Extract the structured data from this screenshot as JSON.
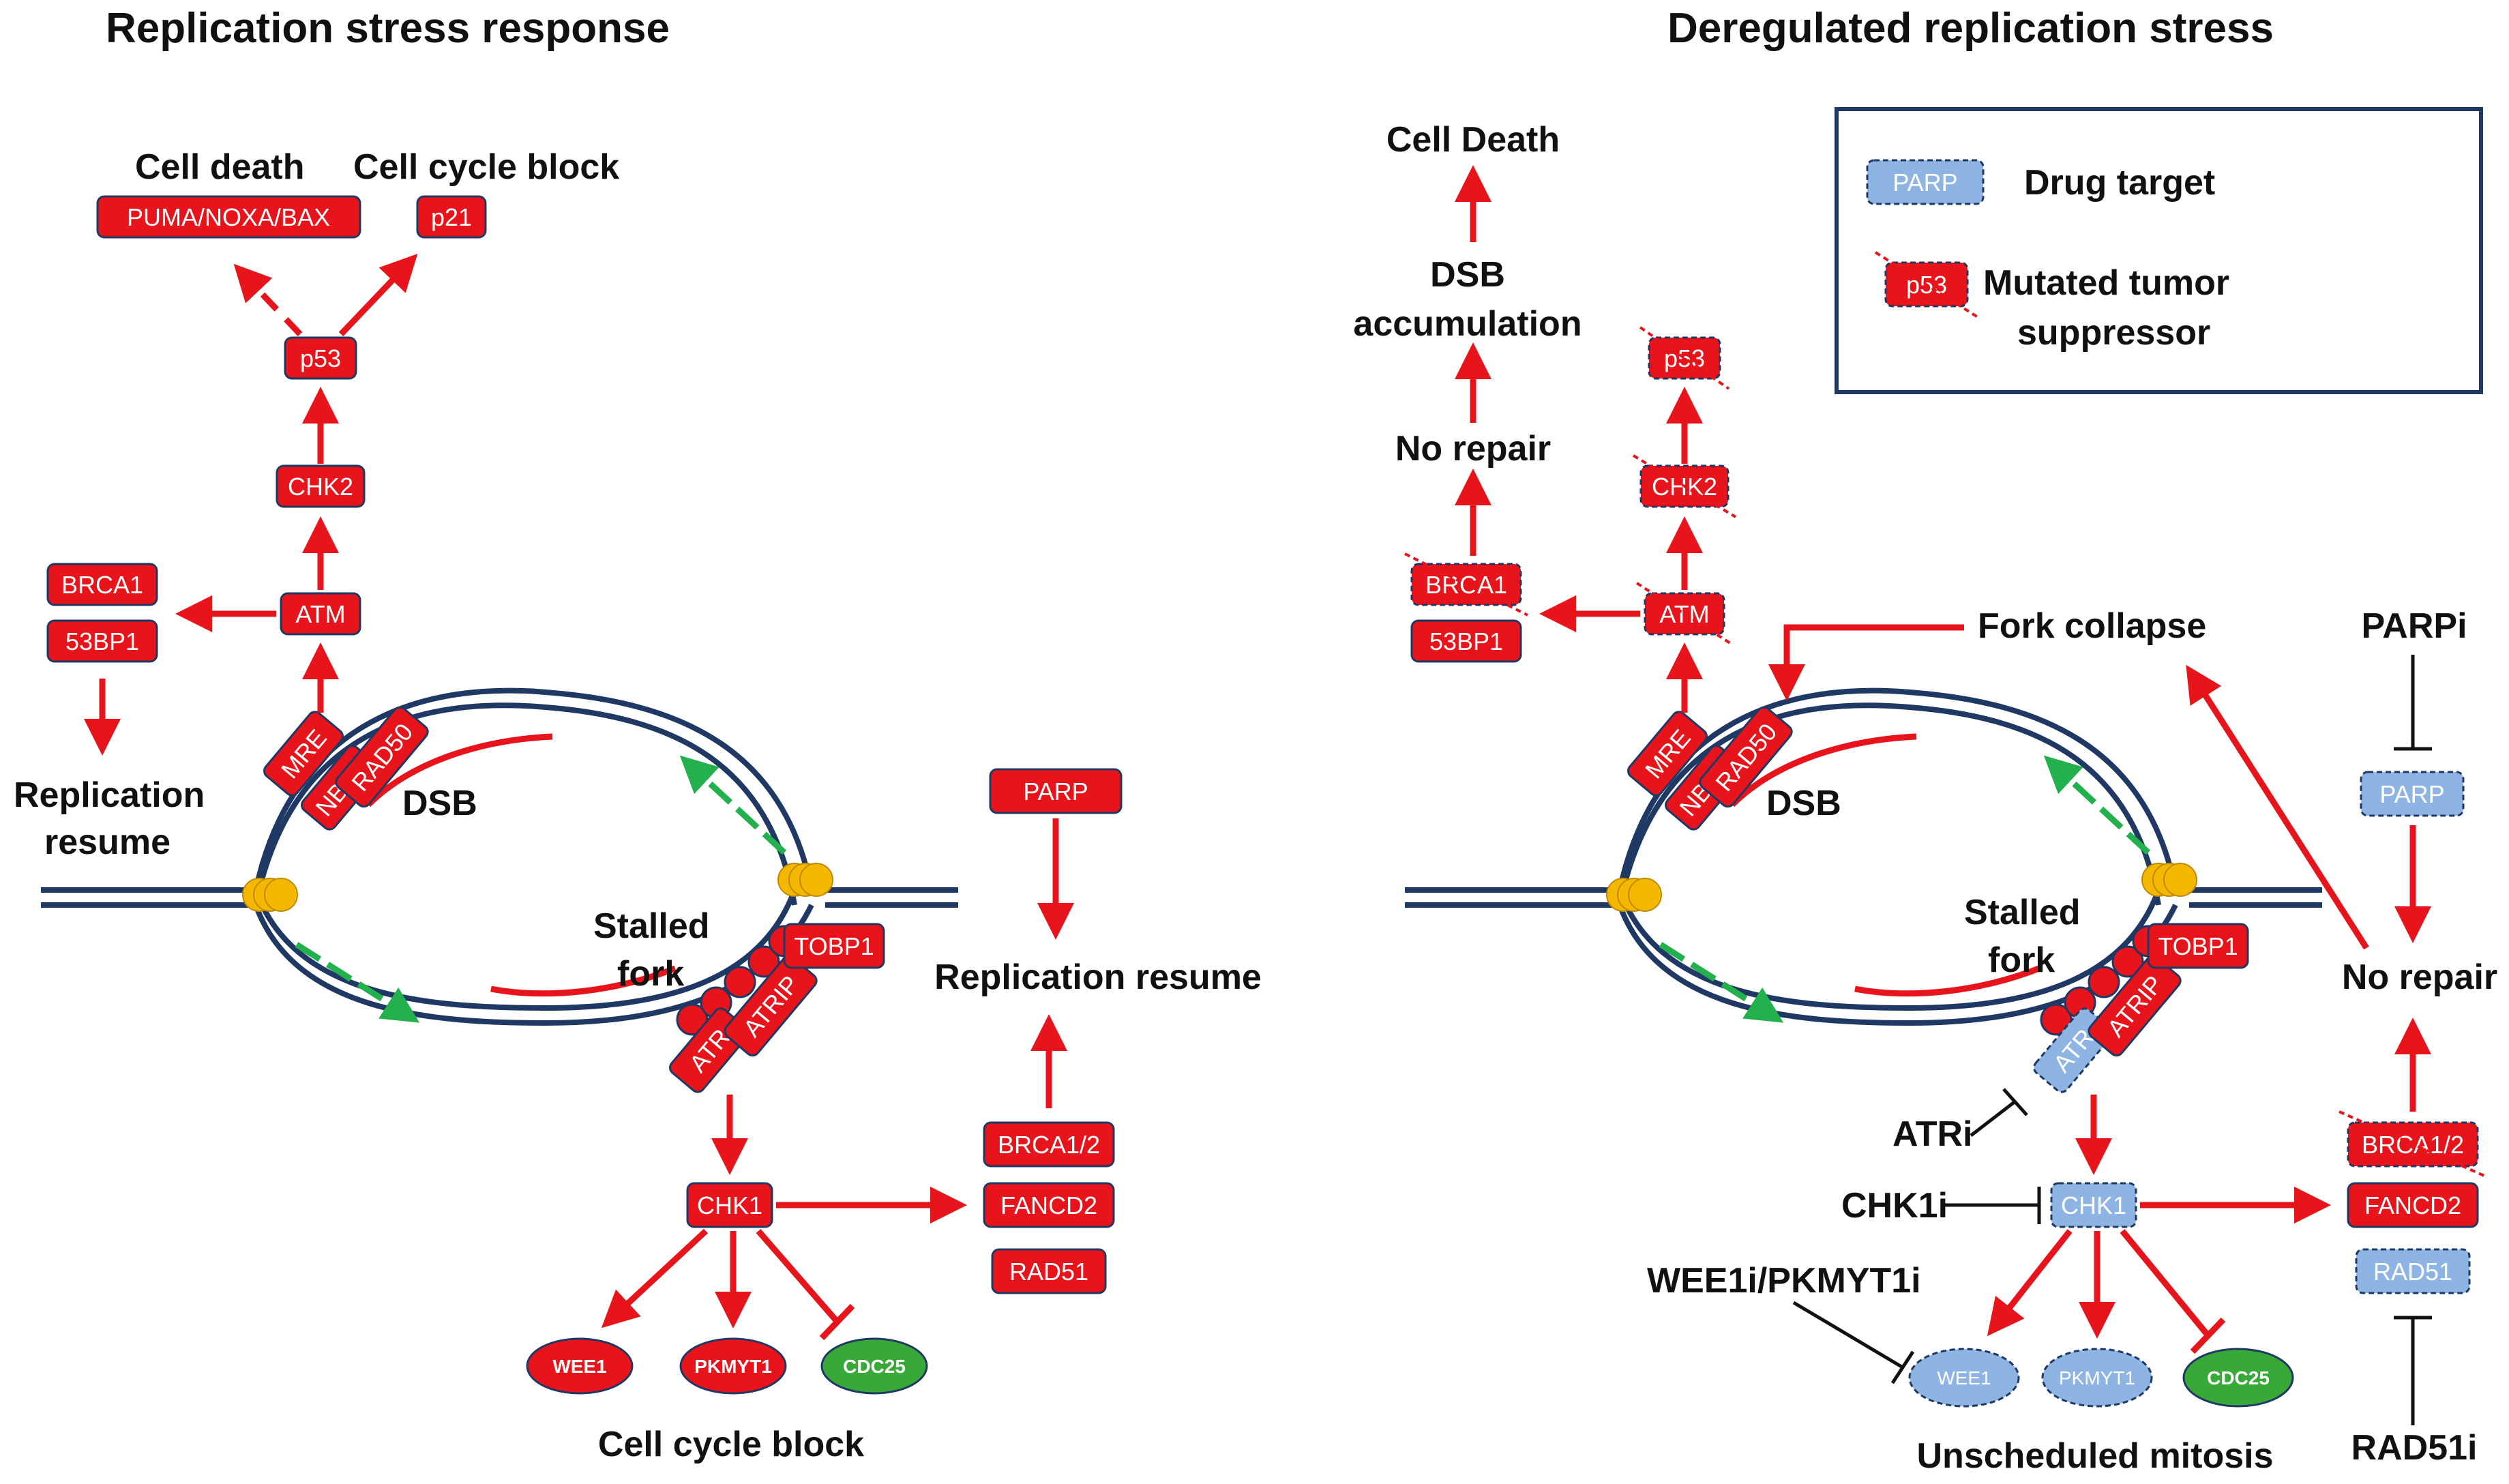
{
  "left_title": "Replication stress response",
  "right_title": "Deregulated replication stress",
  "left": {
    "cell_death": "Cell death",
    "cell_cycle_block_top": "Cell cycle block",
    "puma": "PUMA/NOXA/BAX",
    "p21": "p21",
    "p53": "p53",
    "chk2": "CHK2",
    "atm": "ATM",
    "brca1": "BRCA1",
    "bp53": "53BP1",
    "replication": "Replication",
    "resume": "resume",
    "mre": "MRE",
    "nbs1": "NBS1",
    "rad50": "RAD50",
    "dsb": "DSB",
    "stalled": "Stalled",
    "fork": "fork",
    "tobp1": "TOBP1",
    "atrip": "ATRIP",
    "atr": "ATR",
    "chk1": "CHK1",
    "wee1": "WEE1",
    "pkmyt1": "PKMYT1",
    "cdc25": "CDC25",
    "cell_cycle_block_bottom": "Cell cycle block",
    "parp": "PARP",
    "replication_resume": "Replication resume",
    "brca12": "BRCA1/2",
    "fancd2": "FANCD2",
    "rad51": "RAD51"
  },
  "right": {
    "cell_death": "Cell Death",
    "dsb": "DSB",
    "accumulation": "accumulation",
    "no_repair_left": "No repair",
    "p53": "p53",
    "chk2": "CHK2",
    "atm": "ATM",
    "brca1": "BRCA1",
    "bp53": "53BP1",
    "mre": "MRE",
    "nbs1": "NBS1",
    "rad50": "RAD50",
    "dsb_fork": "DSB",
    "fork_collapse": "Fork collapse",
    "stalled": "Stalled",
    "fork": "fork",
    "tobp1": "TOBP1",
    "atrip": "ATRIP",
    "atr": "ATR",
    "atri": "ATRi",
    "chk1": "CHK1",
    "chk1i": "CHK1i",
    "wee1i": "WEE1i/PKMYT1i",
    "wee1": "WEE1",
    "pkmyt1": "PKMYT1",
    "cdc25": "CDC25",
    "unscheduled": "Unscheduled mitosis",
    "parpi": "PARPi",
    "parp": "PARP",
    "no_repair_right": "No repair",
    "brca12": "BRCA1/2",
    "fancd2": "FANCD2",
    "rad51": "RAD51",
    "rad51i": "RAD51i"
  },
  "legend": {
    "parp": "PARP",
    "drug_target": "Drug target",
    "p53": "p53",
    "mutated1": "Mutated tumor",
    "mutated2": "suppressor"
  },
  "colors": {
    "red": "#e8141b",
    "navy": "#1f3864",
    "blue": "#8eb4e3",
    "green": "#38a838",
    "green_arrow": "#22b14c",
    "yellow": "#f5b800"
  }
}
